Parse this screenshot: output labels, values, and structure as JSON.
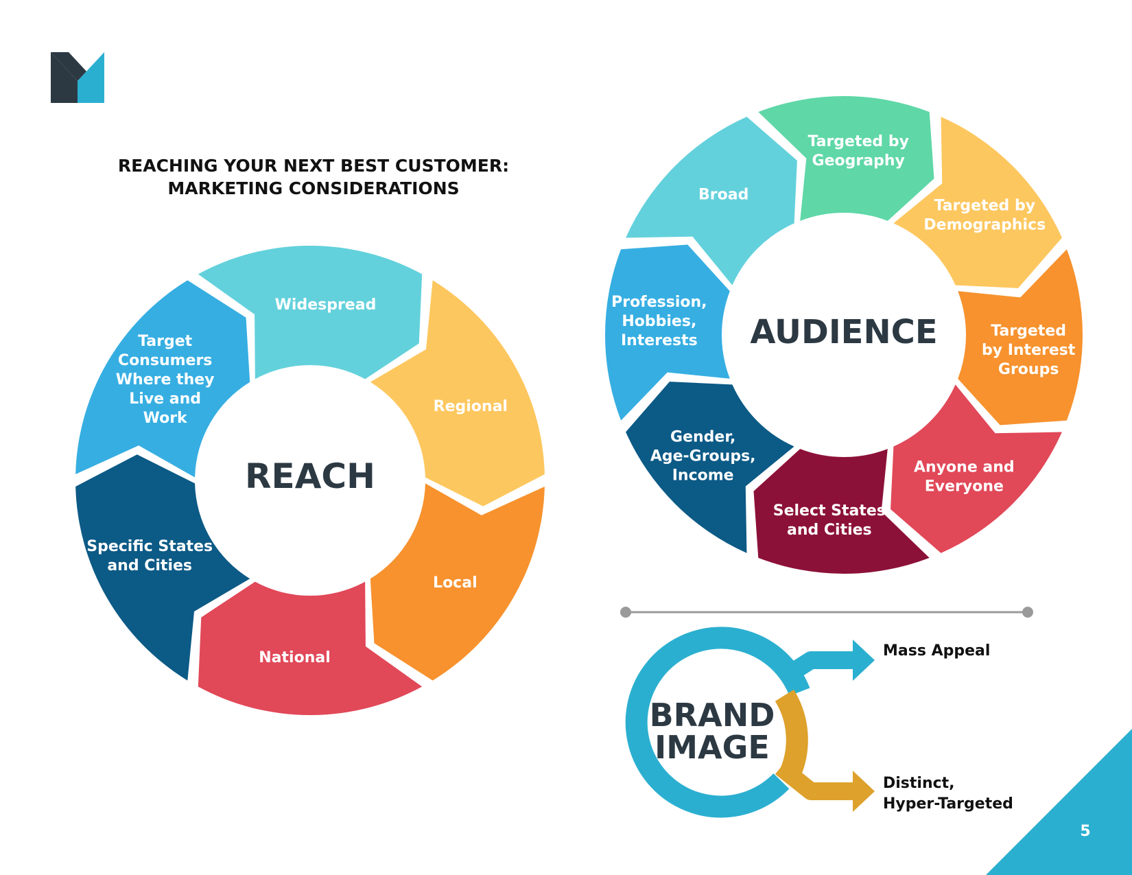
{
  "title": {
    "line1": "REACHING YOUR NEXT BEST CUSTOMER:",
    "line2": "MARKETING CONSIDERATIONS"
  },
  "logo": {
    "letter": "M",
    "colors": [
      "#2c3943",
      "#2bafd0"
    ]
  },
  "reach": {
    "center": "REACH",
    "segments": [
      {
        "lines": [
          "Widespread"
        ],
        "color": "#63d1dc"
      },
      {
        "lines": [
          "Regional"
        ],
        "color": "#fdc75f"
      },
      {
        "lines": [
          "Local"
        ],
        "color": "#f7922e"
      },
      {
        "lines": [
          "National"
        ],
        "color": "#e14858"
      },
      {
        "lines": [
          "Specific States",
          "and Cities"
        ],
        "color": "#0c5a86"
      },
      {
        "lines": [
          "Target",
          "Consumers",
          "Where they",
          "Live and",
          "Work"
        ],
        "color": "#36aee2"
      }
    ]
  },
  "audience": {
    "center": "AUDIENCE",
    "segments": [
      {
        "lines": [
          "Targeted by",
          "Geography"
        ],
        "color": "#5fd7a7"
      },
      {
        "lines": [
          "Targeted by",
          "Demographics"
        ],
        "color": "#fdc75f"
      },
      {
        "lines": [
          "Targeted",
          "by Interest",
          "Groups"
        ],
        "color": "#f7922e"
      },
      {
        "lines": [
          "Anyone and",
          "Everyone"
        ],
        "color": "#e14858"
      },
      {
        "lines": [
          "Select States",
          "and Cities"
        ],
        "color": "#8c1139"
      },
      {
        "lines": [
          "Gender,",
          "Age-Groups,",
          "Income"
        ],
        "color": "#0c5a86"
      },
      {
        "lines": [
          "Profession,",
          "Hobbies,",
          "Interests"
        ],
        "color": "#36aee2"
      },
      {
        "lines": [
          "Broad"
        ],
        "color": "#63d1dc"
      }
    ]
  },
  "brand": {
    "line1": "BRAND",
    "line2": "IMAGE",
    "top_label": "Mass Appeal",
    "bottom_line1": "Distinct,",
    "bottom_line2": "Hyper-Targeted",
    "colors": {
      "blue": "#2bafd0",
      "gold": "#dda12c",
      "divider": "#9a9a9a"
    }
  },
  "page_number": "5",
  "corner_color": "#2bafd0"
}
